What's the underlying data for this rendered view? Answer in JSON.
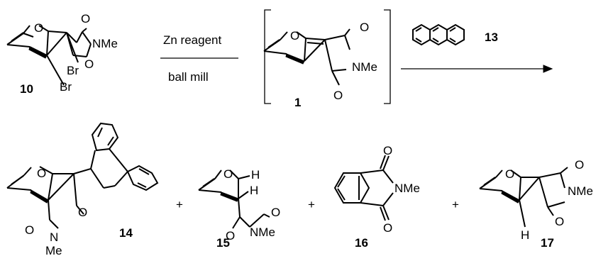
{
  "compounds": {
    "c10": {
      "number": "10",
      "atoms": {
        "o": "O",
        "nme": "NMe",
        "o1": "O",
        "o2": "O",
        "br1": "Br",
        "br2": "Br"
      }
    },
    "c1": {
      "number": "1",
      "atoms": {
        "o": "O",
        "nme": "NMe",
        "o1": "O",
        "o2": "O"
      }
    },
    "c13": {
      "number": "13"
    },
    "c14": {
      "number": "14",
      "atoms": {
        "o": "O",
        "o1": "O",
        "o2": "O",
        "n": "N",
        "me": "Me"
      }
    },
    "c15": {
      "number": "15",
      "atoms": {
        "o": "O",
        "h1": "H",
        "h2": "H",
        "o1": "O",
        "o2": "O",
        "nme": "NMe"
      }
    },
    "c16": {
      "number": "16",
      "atoms": {
        "o1": "O",
        "o2": "O",
        "nme": "NMe"
      }
    },
    "c17": {
      "number": "17",
      "atoms": {
        "o": "O",
        "nme": "NMe",
        "o1": "O",
        "o2": "O",
        "h": "H"
      }
    }
  },
  "arrow1": {
    "above": "Zn reagent",
    "below": "ball mill"
  },
  "plus": [
    "+",
    "+",
    "+"
  ]
}
